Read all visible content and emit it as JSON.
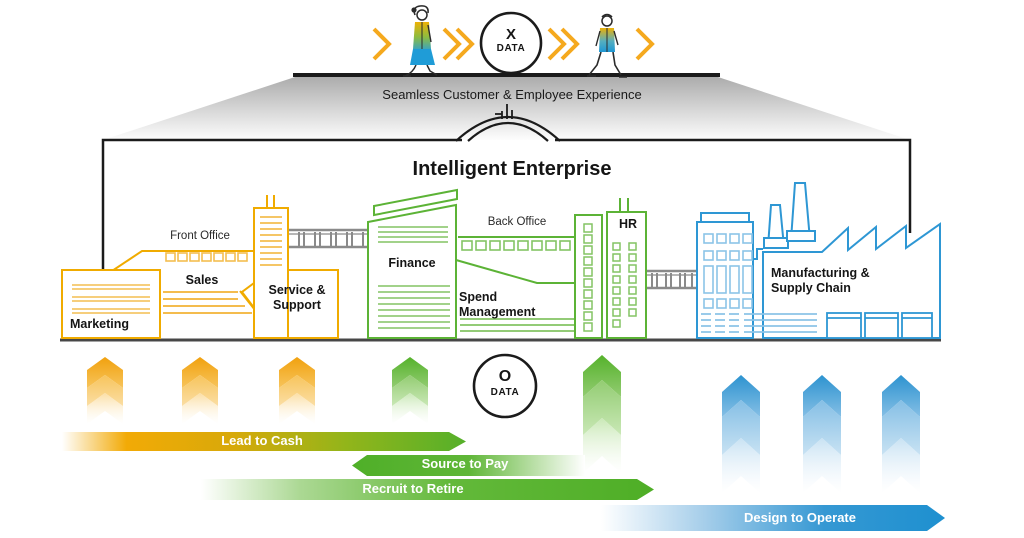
{
  "colors": {
    "orange": "#F0AB00",
    "orange_light": "#F4BE50",
    "green": "#5CB336",
    "green_light": "#84C464",
    "blue": "#2E97D4",
    "blue_light": "#8CC4E8",
    "bridge_gray": "#8A8A8A",
    "outline_dark": "#1B1B1B",
    "arrow_green": "#4FAE27",
    "arrow_blue": "#1E90D0"
  },
  "top_flow": {
    "caption": "Seamless Customer & Employee Experience",
    "x_data": {
      "symbol": "X",
      "label": "DATA"
    }
  },
  "enterprise": {
    "title": "Intelligent Enterprise",
    "front_office_label": "Front Office",
    "back_office_label": "Back Office",
    "buildings": {
      "marketing": "Marketing",
      "sales": "Sales",
      "service_support": "Service & Support",
      "finance": "Finance",
      "spend_management": "Spend Management",
      "hr": "HR",
      "manufacturing": "Manufacturing & Supply Chain"
    }
  },
  "operational": {
    "o_data": {
      "symbol": "O",
      "label": "DATA"
    },
    "processes": {
      "lead_to_cash": "Lead to Cash",
      "source_to_pay": "Source to Pay",
      "recruit_to_retire": "Recruit to Retire",
      "design_to_operate": "Design to Operate"
    }
  }
}
